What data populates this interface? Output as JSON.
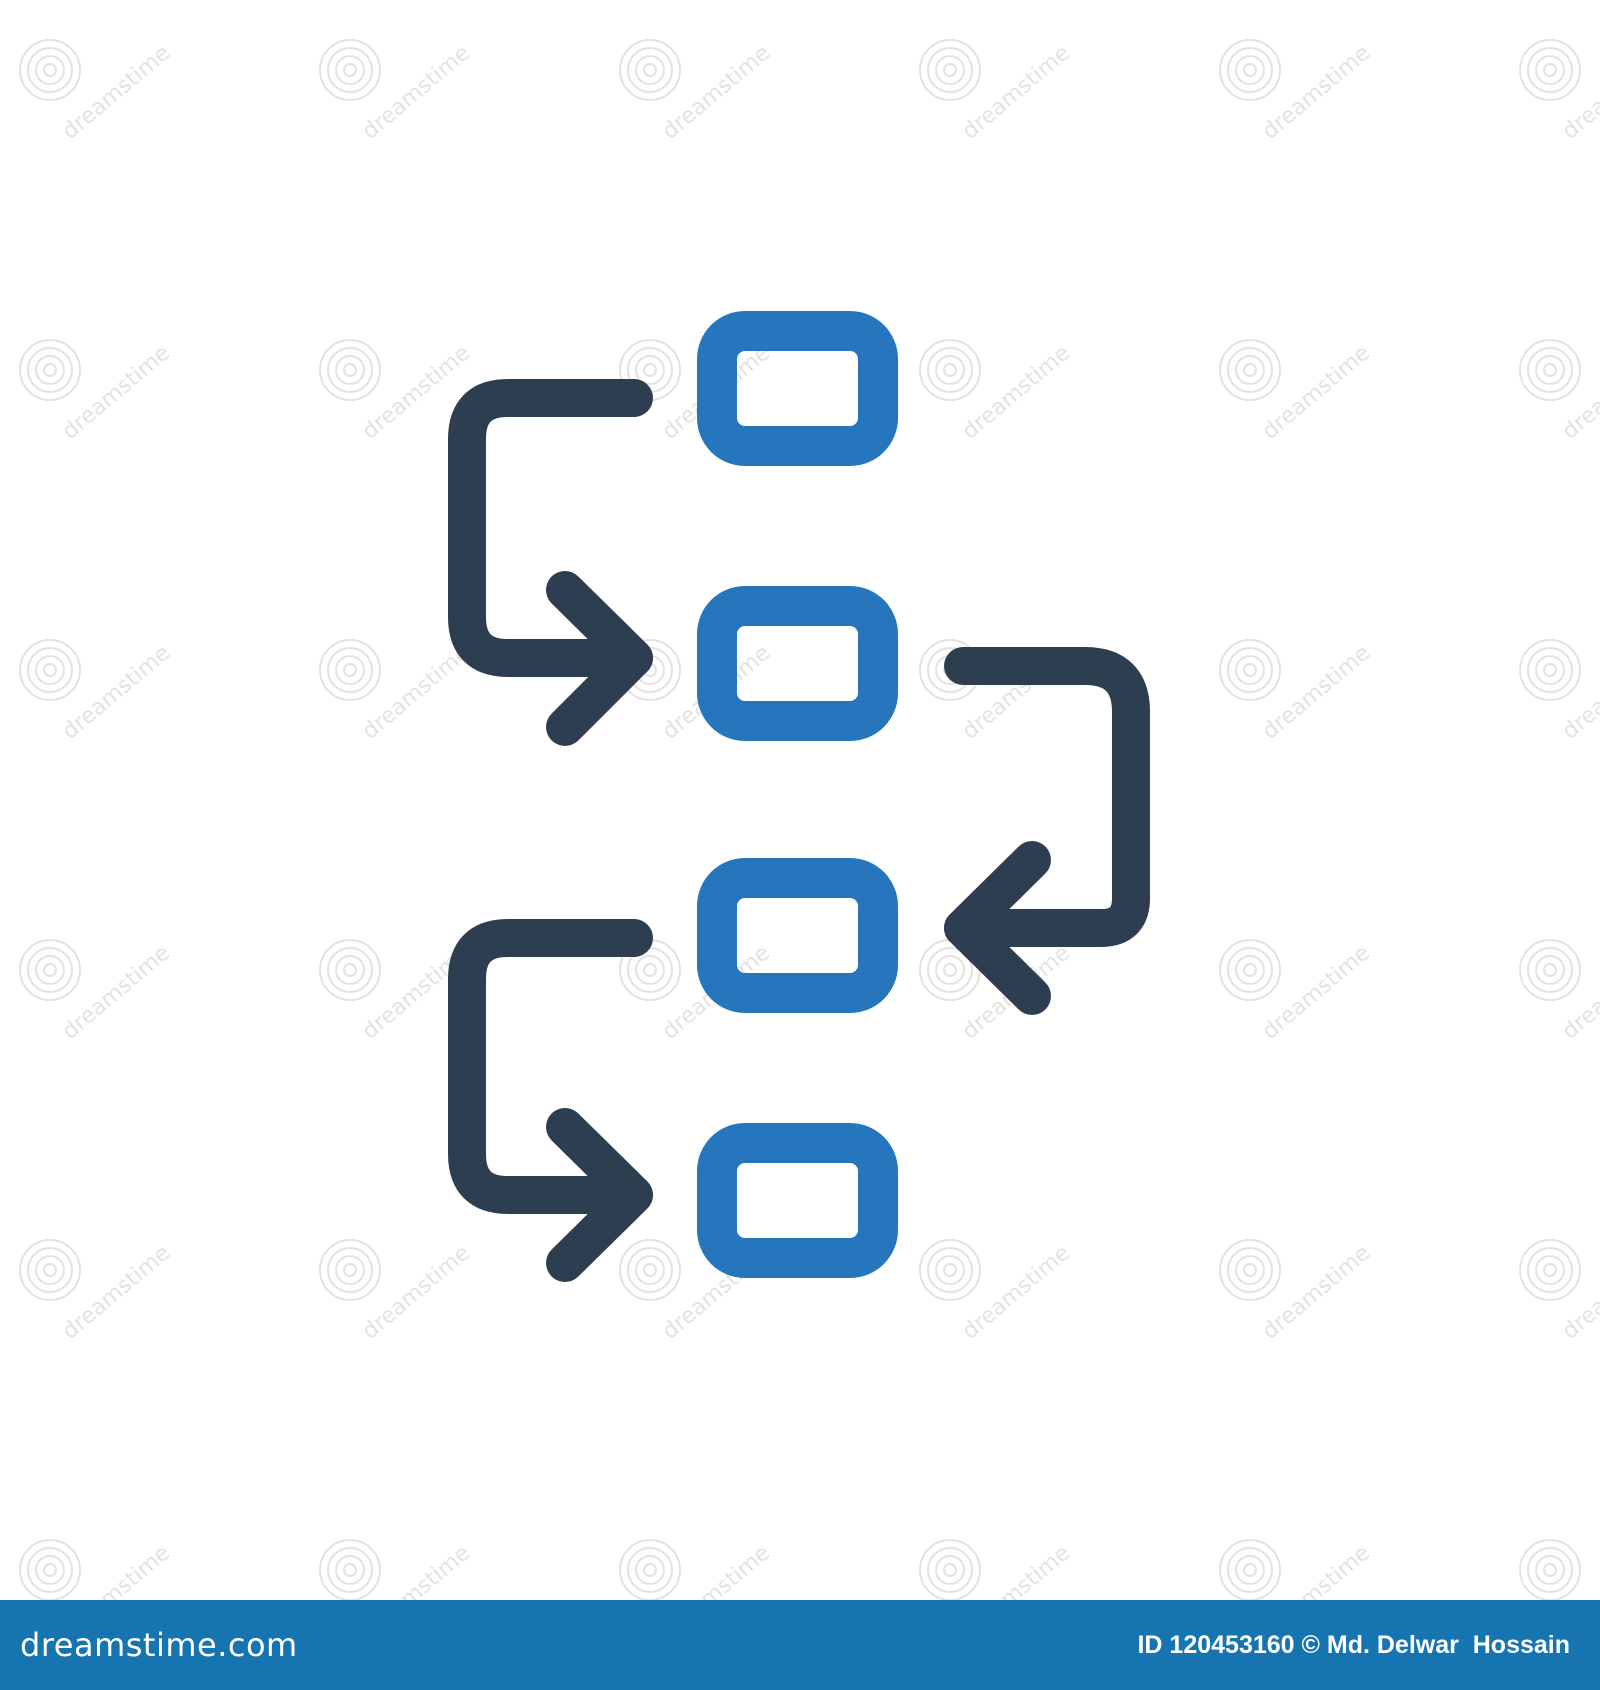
{
  "palette": {
    "background": "#ffffff",
    "arrow": "#2d3e50",
    "box": "#2676bd",
    "footer": "#1674b1",
    "watermark": "#dcdcdc"
  },
  "icon": {
    "name": "workflow-process-icon",
    "boxes": [
      "process-step-1",
      "process-step-2",
      "process-step-3",
      "process-step-4"
    ],
    "arrows": [
      "step-1-to-2-arrow",
      "step-2-to-3-arrow",
      "step-3-to-4-arrow"
    ]
  },
  "watermark": {
    "text": "dreamstime"
  },
  "footer": {
    "logo": "dreamstime.com",
    "credit": "ID 120453160 © Md. Delwar  Hossain"
  }
}
